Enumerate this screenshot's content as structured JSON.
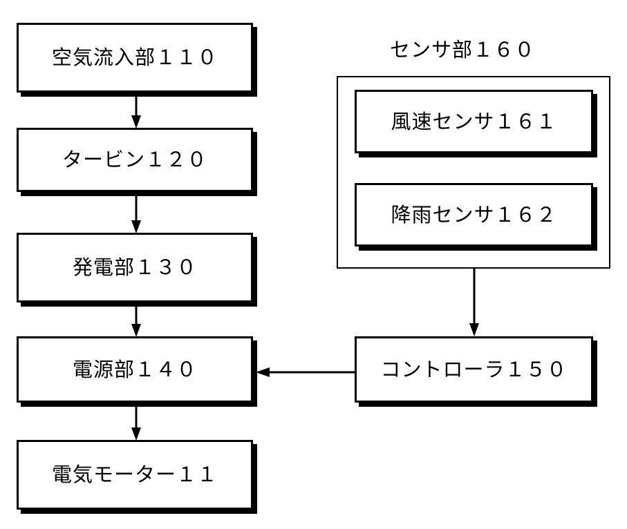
{
  "figure": {
    "type": "block-diagram",
    "language": "ja",
    "background_color": "#ffffff",
    "line_color": "#000000"
  },
  "left_column": {
    "blocks": [
      {
        "id": "air-inlet",
        "label": "空気流入部１１０",
        "ref": "110"
      },
      {
        "id": "turbine",
        "label": "タービン１２０",
        "ref": "120"
      },
      {
        "id": "generator",
        "label": "発電部１３０",
        "ref": "130"
      },
      {
        "id": "power-supply",
        "label": "電源部１４０",
        "ref": "140"
      },
      {
        "id": "electric-motor",
        "label": "電気モーター１１",
        "ref": "11"
      }
    ]
  },
  "right_column": {
    "sensor_group": {
      "title": "センサ部１６０",
      "ref": "160",
      "blocks": [
        {
          "id": "wind-speed-sensor",
          "label": "風速センサ１６１",
          "ref": "161"
        },
        {
          "id": "rain-sensor",
          "label": "降雨センサ１６２",
          "ref": "162"
        }
      ]
    },
    "controller": {
      "id": "controller",
      "label": "コントローラ１５０",
      "ref": "150"
    }
  },
  "connections": [
    {
      "id": "air-inlet-to-turbine",
      "from": "air-inlet",
      "to": "turbine",
      "direction": "down"
    },
    {
      "id": "turbine-to-generator",
      "from": "turbine",
      "to": "generator",
      "direction": "down"
    },
    {
      "id": "generator-to-power-supply",
      "from": "generator",
      "to": "power-supply",
      "direction": "down"
    },
    {
      "id": "power-supply-to-motor",
      "from": "power-supply",
      "to": "electric-motor",
      "direction": "down"
    },
    {
      "id": "sensor-group-to-controller",
      "from": "sensor-group",
      "to": "controller",
      "direction": "down"
    },
    {
      "id": "controller-to-power-supply",
      "from": "controller",
      "to": "power-supply",
      "direction": "left"
    }
  ]
}
